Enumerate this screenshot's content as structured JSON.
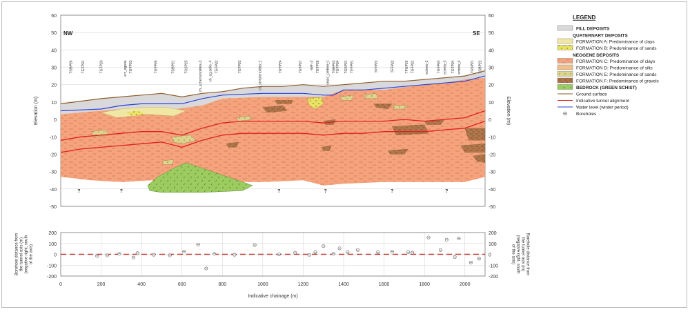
{
  "colors": {
    "fill": "#d9d9db",
    "form_a": "#f1e7a5",
    "form_b": "#e9e267",
    "form_c": "#f4a37c",
    "form_d": "#f1c08a",
    "form_e": "#dcd58f",
    "form_f": "#b0764c",
    "bedrock": "#9ccc5f",
    "ground": "#8c5a2b",
    "tunnel": "#e02020",
    "water": "#2a3fd4",
    "grid": "#d0d0d0",
    "offset_line": "#c0392b"
  },
  "profile": {
    "y_axis_label_left": "Elevation (m)",
    "y_axis_label_right": "Elevation (m)",
    "y_ticks": [
      "60",
      "50",
      "40",
      "30",
      "20",
      "10",
      "0",
      "-10",
      "-20",
      "-30",
      "-40",
      "-50"
    ],
    "y_range": [
      -50,
      60
    ],
    "x_range": [
      0,
      2100
    ],
    "direction_left": "NW",
    "direction_right": "SE",
    "question_mark": "?",
    "borehole_labels": [
      {
        "label": "TGBP26",
        "x": 50
      },
      {
        "label": "TGTP21",
        "x": 110
      },
      {
        "label": "TGTP20",
        "x": 200
      },
      {
        "label": "erc_sgoria",
        "x": 318
      },
      {
        "label": "TGTP23",
        "x": 345
      },
      {
        "label": "TGTP25",
        "x": 470
      },
      {
        "label": "TGBP21",
        "x": 555
      },
      {
        "label": "TGSP25",
        "x": 620
      },
      {
        "label": "ch_schemonolites_3",
        "x": 690
      },
      {
        "label": "ch_ag.sofie_4",
        "x": 740
      },
      {
        "label": "TETP22",
        "x": 770
      },
      {
        "label": "TETP23",
        "x": 885
      },
      {
        "label": "ch_sertalenoidas_1",
        "x": 985
      },
      {
        "label": "TETP24",
        "x": 1085
      },
      {
        "label": "TETP27",
        "x": 1185
      },
      {
        "label": "opfr_2",
        "x": 1240
      },
      {
        "label": "TETP28",
        "x": 1270
      },
      {
        "label": "sepio_pednoi_1",
        "x": 1320
      },
      {
        "label": "TGBP23",
        "x": 1350
      },
      {
        "label": "TGTP24",
        "x": 1370
      },
      {
        "label": "TGSP21",
        "x": 1410
      },
      {
        "label": "TETP21",
        "x": 1440
      },
      {
        "label": "TFTP22",
        "x": 1560
      },
      {
        "label": "TFTP22",
        "x": 1640
      },
      {
        "label": "TFGP26",
        "x": 1710
      },
      {
        "label": "TGTP21",
        "x": 1740
      },
      {
        "label": "echeia_2",
        "x": 1810
      },
      {
        "label": "TGTP23",
        "x": 1870
      },
      {
        "label": "echeia_3",
        "x": 1900
      },
      {
        "label": "TGTP24",
        "x": 1940
      },
      {
        "label": "echeia_4",
        "x": 1970
      },
      {
        "label": "TGSP21",
        "x": 2035
      },
      {
        "label": "TGBP22",
        "x": 2075
      }
    ],
    "question_marks_x": [
      90,
      300,
      1080,
      1310,
      1640,
      1910
    ]
  },
  "offset_panel": {
    "y_axis_label_left": "Borehole distance from the tunnel axis (m) (negative right, south of the axis)",
    "y_axis_label_right": "Borehole distance from the tunnel axis (m) (negative right, south of the axis)",
    "y_ticks": [
      "200",
      "100",
      "0",
      "-100",
      "-200"
    ],
    "y_range": [
      -200,
      200
    ],
    "x_label": "Indicative chainage (m)",
    "x_ticks": [
      "0",
      "200",
      "400",
      "600",
      "800",
      "1000",
      "1200",
      "1400",
      "1600",
      "1800",
      "2000"
    ]
  },
  "chart_data": {
    "type": "scatter",
    "xlabel": "Indicative chainage (m)",
    "ylabel": "Borehole distance from the tunnel axis (m) (negative right, south of the axis)",
    "xlim": [
      0,
      2100
    ],
    "ylim": [
      -200,
      200
    ],
    "series": [
      {
        "x": [
          180,
          230,
          290,
          360,
          380,
          460,
          540,
          610,
          680,
          720,
          760,
          860,
          960,
          1080,
          1160,
          1230,
          1260,
          1300,
          1350,
          1380,
          1420,
          1470,
          1570,
          1640,
          1720,
          1740,
          1820,
          1880,
          1910,
          1950,
          1970,
          2030,
          2070
        ],
        "y": [
          -15,
          -10,
          5,
          -30,
          10,
          -5,
          -10,
          25,
          90,
          -130,
          5,
          -5,
          85,
          0,
          15,
          -5,
          20,
          75,
          5,
          55,
          20,
          40,
          20,
          25,
          20,
          15,
          155,
          40,
          135,
          -25,
          145,
          -75,
          -40
        ]
      }
    ]
  },
  "legend": {
    "title": "LEGEND",
    "items": [
      {
        "kind": "box",
        "key": "fill",
        "label": "FILL DEPOSITS",
        "bold": true
      },
      {
        "kind": "header",
        "label": "QUATERNARY DEPOSITS"
      },
      {
        "kind": "box",
        "key": "form_a",
        "label": "FORMATION A: Predominance of clays"
      },
      {
        "kind": "box",
        "key": "form_b",
        "label": "FORMATION B: Predominance of sands"
      },
      {
        "kind": "header",
        "label": "NEOGENE DEPOSITS"
      },
      {
        "kind": "box",
        "key": "form_c",
        "label": "FORMATION C: Predominance of clays"
      },
      {
        "kind": "box",
        "key": "form_d",
        "label": "FORMATION D: Predominance of silts"
      },
      {
        "kind": "box",
        "key": "form_e",
        "label": "FORMATION E: Predominance of sands"
      },
      {
        "kind": "box",
        "key": "form_f",
        "label": "FORMATION F: Predominance of gravels"
      },
      {
        "kind": "box",
        "key": "bedrock",
        "label": "BEDROCK (GREEN SCHIST)",
        "bold": true
      },
      {
        "kind": "line",
        "key": "ground",
        "label": "Ground surface"
      },
      {
        "kind": "line",
        "key": "tunnel",
        "label": "Indicative tunnel alignment"
      },
      {
        "kind": "line",
        "key": "water",
        "label": "Water level (winter period)"
      },
      {
        "kind": "symbol",
        "label": "Boreholes"
      }
    ]
  }
}
